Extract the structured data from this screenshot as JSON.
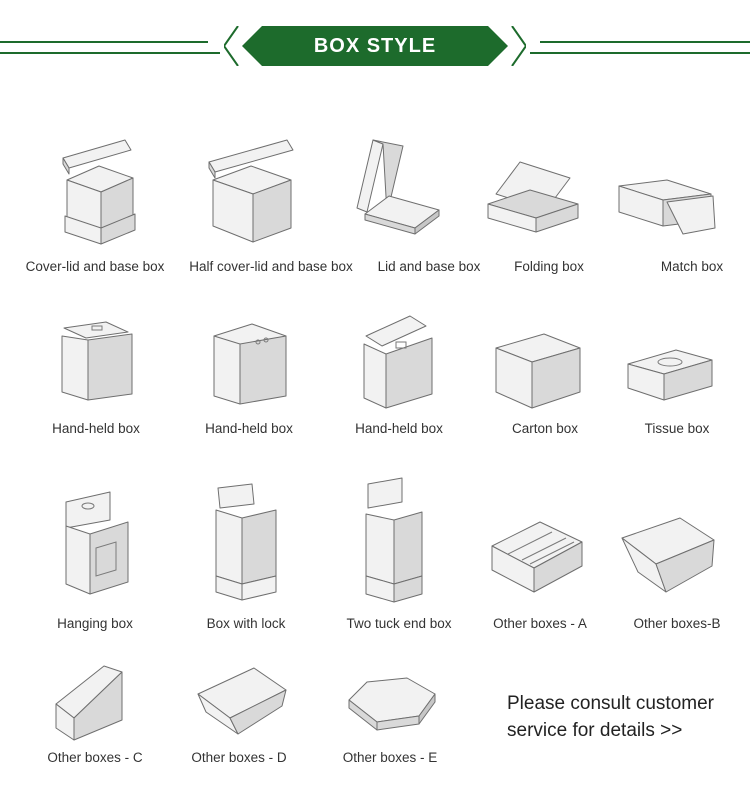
{
  "header": {
    "title": "BOX STYLE",
    "color": "#1d6b2c"
  },
  "boxes": [
    {
      "label": "Cover-lid and base box",
      "icon": "cover-lid-base-box-icon"
    },
    {
      "label": "Half cover-lid and base box",
      "icon": "half-cover-lid-base-box-icon"
    },
    {
      "label": "Lid and base box",
      "icon": "lid-base-box-icon"
    },
    {
      "label": "Folding box",
      "icon": "folding-box-icon"
    },
    {
      "label": "Match box",
      "icon": "match-box-icon"
    },
    {
      "label": "Hand-held box",
      "icon": "hand-held-box-icon"
    },
    {
      "label": "Hand-held box",
      "icon": "hand-held-box-icon"
    },
    {
      "label": "Hand-held box",
      "icon": "hand-held-box-icon"
    },
    {
      "label": "Carton box",
      "icon": "carton-box-icon"
    },
    {
      "label": "Tissue box",
      "icon": "tissue-box-icon"
    },
    {
      "label": "Hanging box",
      "icon": "hanging-box-icon"
    },
    {
      "label": "Box with lock",
      "icon": "box-with-lock-icon"
    },
    {
      "label": "Two tuck end box",
      "icon": "two-tuck-end-box-icon"
    },
    {
      "label": "Other boxes - A",
      "icon": "divider-tray-box-icon"
    },
    {
      "label": "Other boxes-B",
      "icon": "scoop-box-icon"
    },
    {
      "label": "Other boxes - C",
      "icon": "display-box-icon"
    },
    {
      "label": "Other boxes - D",
      "icon": "tray-box-icon"
    },
    {
      "label": "Other boxes - E",
      "icon": "hexagon-tray-icon"
    }
  ],
  "consult": {
    "line1": "Please consult customer",
    "line2": "service for details  >>"
  }
}
